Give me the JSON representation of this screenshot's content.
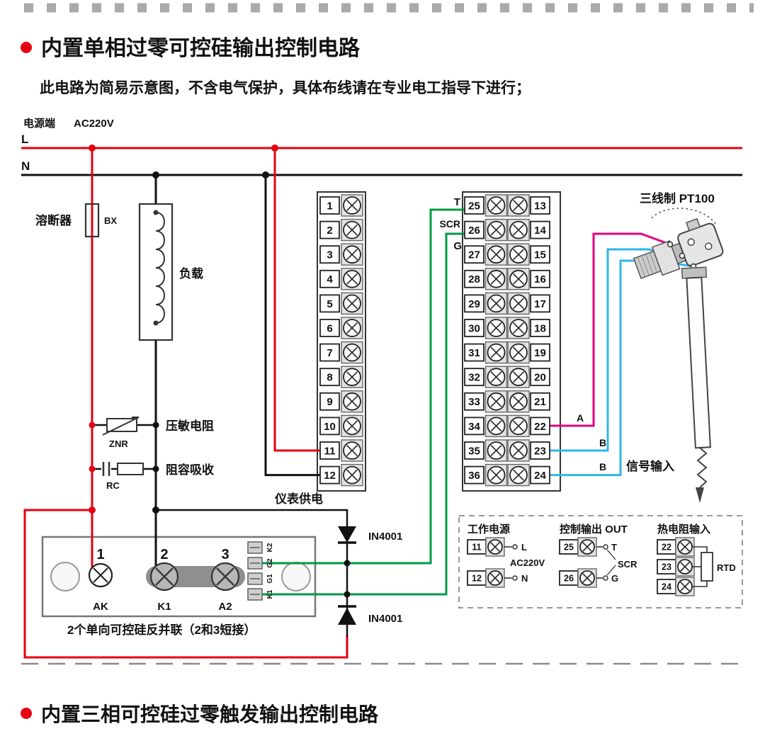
{
  "header": {
    "section1_title": "内置单相过零可控硅输出控制电路",
    "section1_subtitle": "此电路为简易示意图，不含电气保护，具体布线请在专业电工指导下进行；",
    "power_side_label": "电源端",
    "power_voltage": "AC220V",
    "section2_title": "内置三相可控硅过零触发输出控制电路"
  },
  "mains": {
    "l_label": "L",
    "n_label": "N"
  },
  "components": {
    "fuse_label": "溶断器",
    "fuse_code": "BX",
    "load_label": "负载",
    "varistor_label": "压敏电阻",
    "varistor_code": "ZNR",
    "rc_label": "阻容吸收",
    "rc_code": "RC",
    "meter_supply_label": "仪表供电",
    "diode1_label": "IN4001",
    "diode2_label": "IN4001"
  },
  "scr_module": {
    "terminal_numbers": [
      "1",
      "2",
      "3"
    ],
    "terminal_names": [
      "AK",
      "K1",
      "A2"
    ],
    "side_labels": [
      "K2",
      "G2",
      "G1",
      "K1"
    ],
    "note": "2个单向可控硅反并联（2和3短接）"
  },
  "terminal_blocks": {
    "left_numbers": [
      "1",
      "2",
      "3",
      "4",
      "5",
      "6",
      "7",
      "8",
      "9",
      "10",
      "11",
      "12"
    ],
    "right_block_left_numbers": [
      "25",
      "26",
      "27",
      "28",
      "29",
      "30",
      "31",
      "32",
      "33",
      "34",
      "35",
      "36"
    ],
    "right_block_right_numbers": [
      "13",
      "14",
      "15",
      "16",
      "17",
      "18",
      "19",
      "20",
      "21",
      "22",
      "23",
      "24"
    ],
    "output_t_label": "T",
    "output_scr_label": "SCR",
    "output_g_label": "G",
    "signal_a_label": "A",
    "signal_b1_label": "B",
    "signal_b2_label": "B",
    "signal_input_label": "信号输入"
  },
  "sensor": {
    "label": "三线制  PT100"
  },
  "legend": {
    "power": {
      "title": "工作电源",
      "voltage": "AC220V",
      "rows": [
        {
          "num": "11",
          "label": "L"
        },
        {
          "num": "12",
          "label": "N"
        }
      ]
    },
    "output": {
      "title": "控制输出 OUT",
      "mid_label": "SCR",
      "rows": [
        {
          "num": "25",
          "label": "T"
        },
        {
          "num": "26",
          "label": "G"
        }
      ]
    },
    "rtd": {
      "title": "热电阻输入",
      "nums": [
        "22",
        "23",
        "24"
      ],
      "label": "RTD"
    }
  },
  "colors": {
    "accent_red": "#e60012",
    "wire_green": "#009944",
    "wire_magenta": "#e4007f",
    "wire_cyan": "#2eb6e8",
    "line_black": "#111111"
  }
}
